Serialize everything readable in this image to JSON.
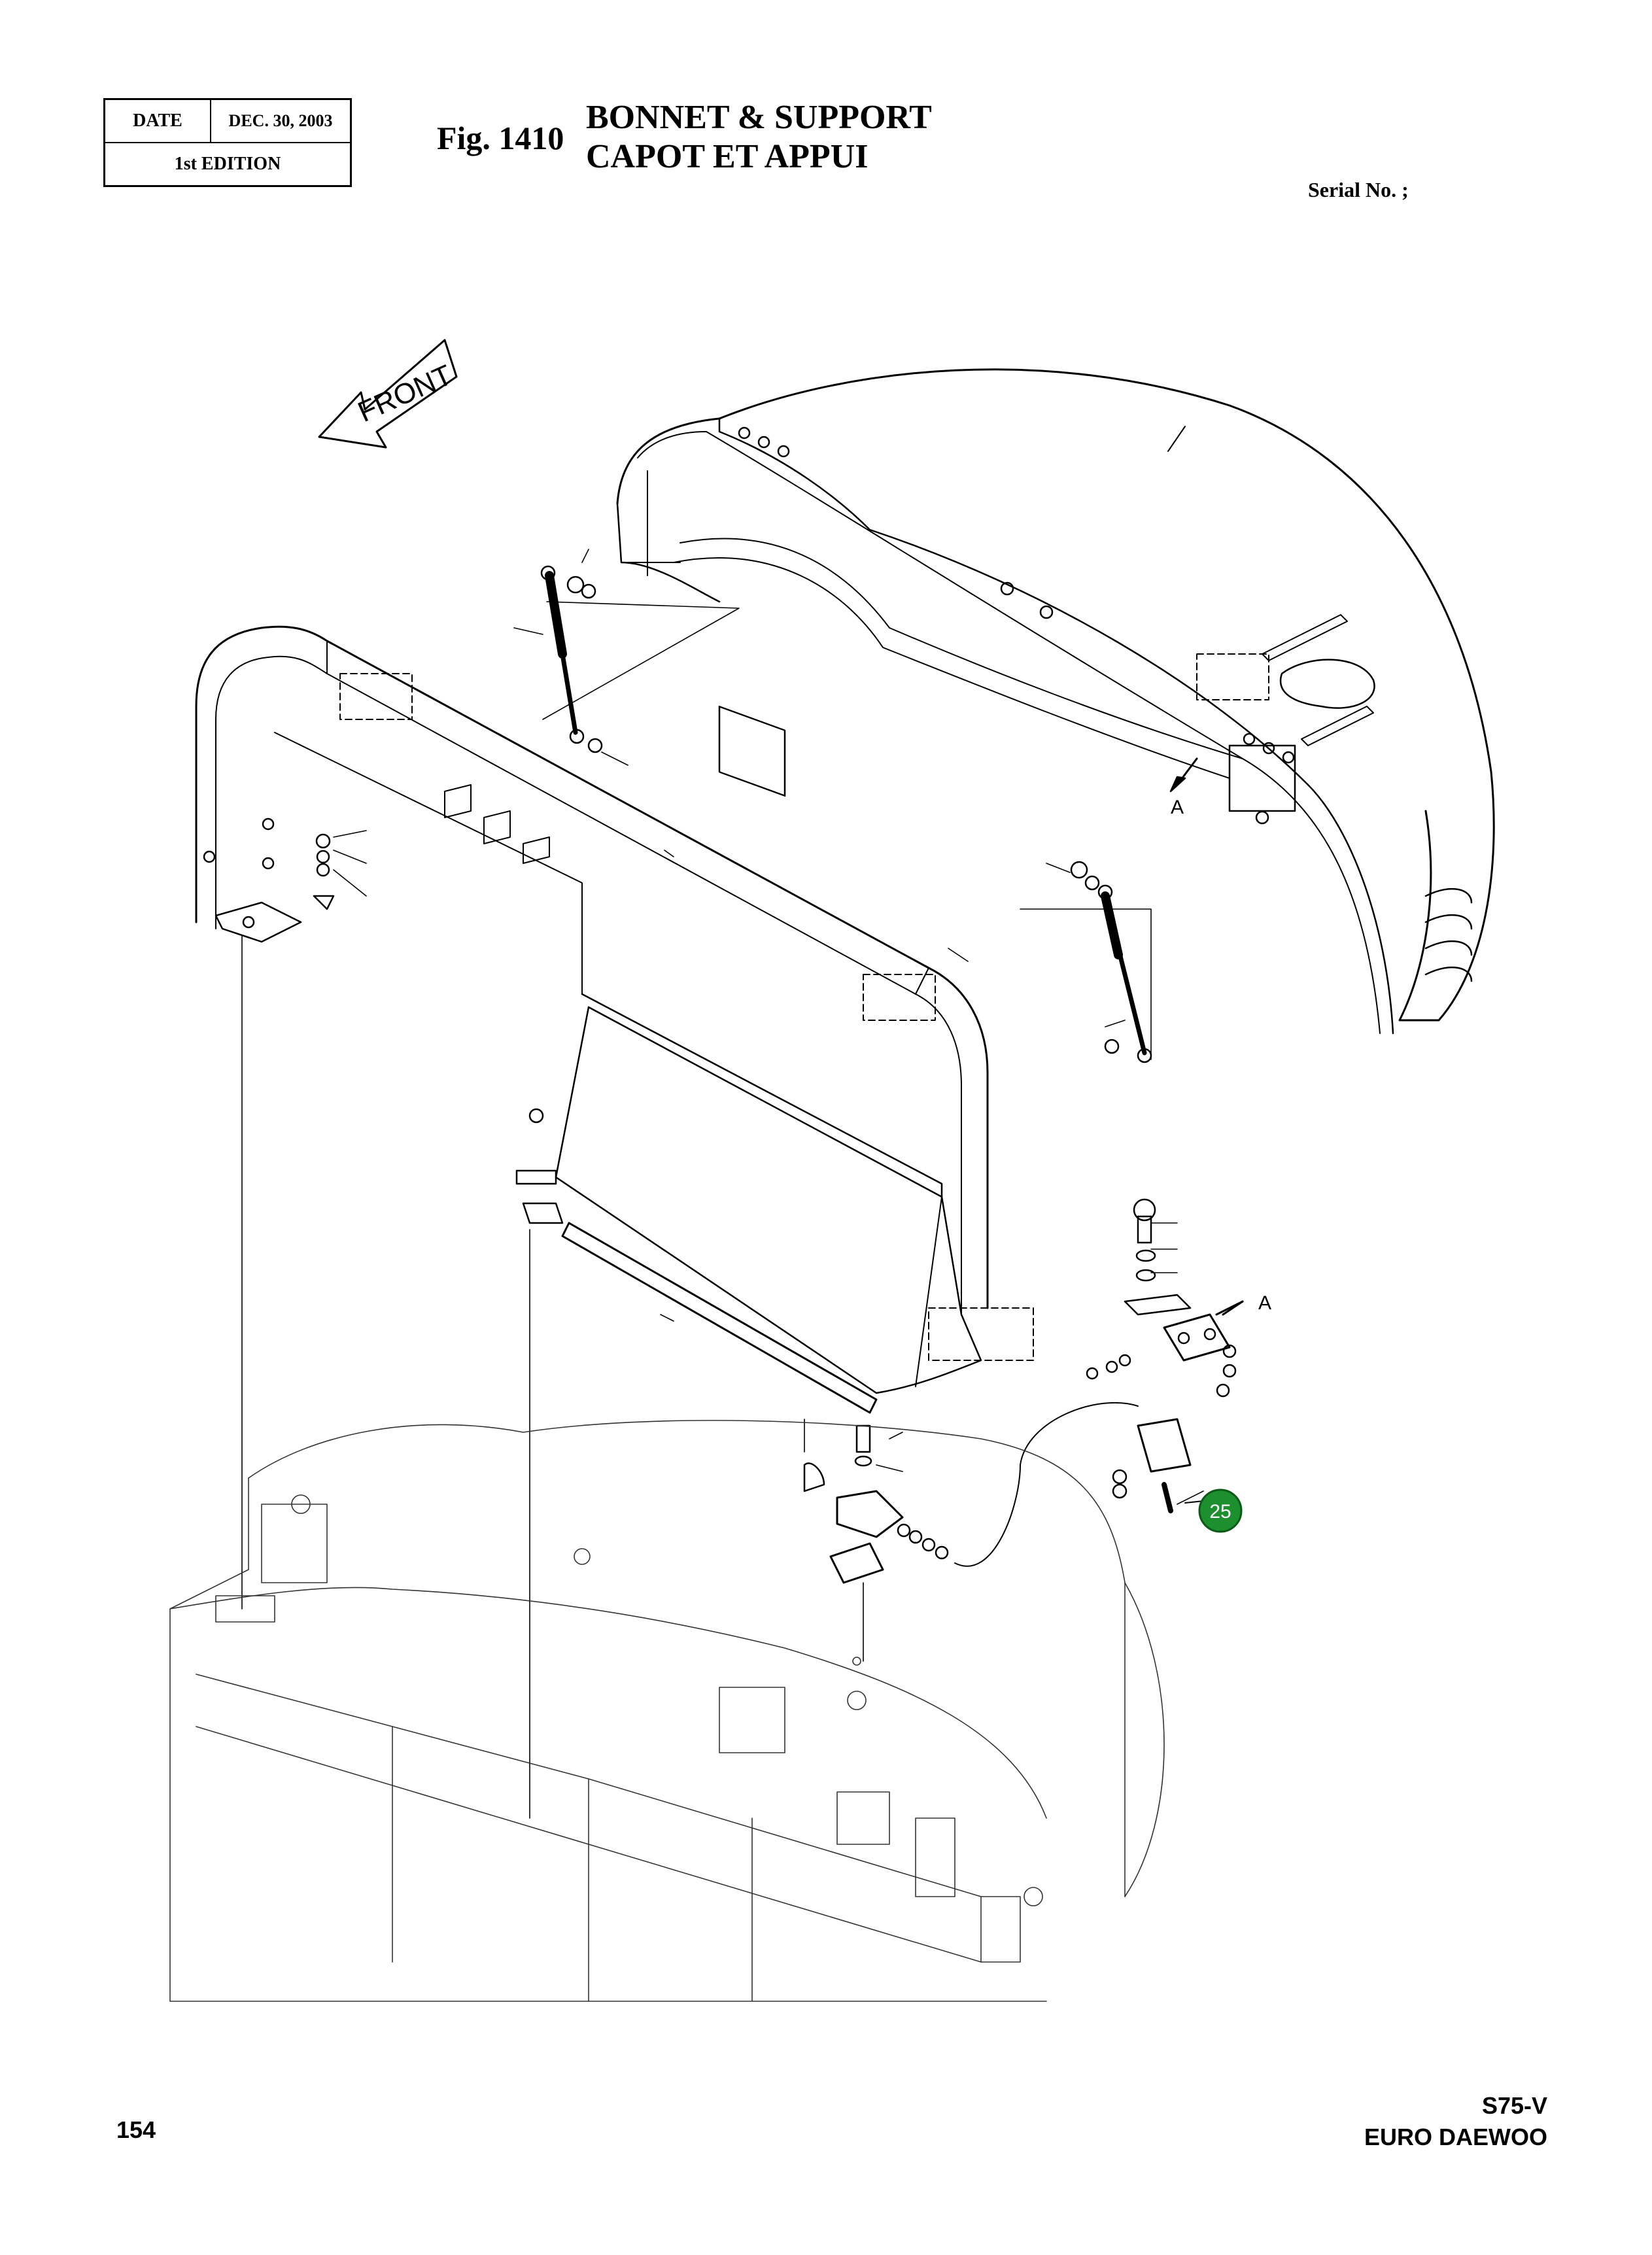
{
  "header": {
    "date_label": "DATE",
    "date_value": "DEC. 30, 2003",
    "edition": "1st  EDITION",
    "fig_number": "Fig. 1410",
    "title_en": "BONNET & SUPPORT",
    "title_fr": "CAPOT ET APPUI",
    "serial": "Serial No. ;"
  },
  "diagram": {
    "front_label": "FRONT",
    "view_marker": "A",
    "callout_number": "25",
    "callout_color": "#1e8f2e"
  },
  "footer": {
    "page_number": "154",
    "model": "S75-V",
    "brand": "EURO DAEWOO"
  }
}
